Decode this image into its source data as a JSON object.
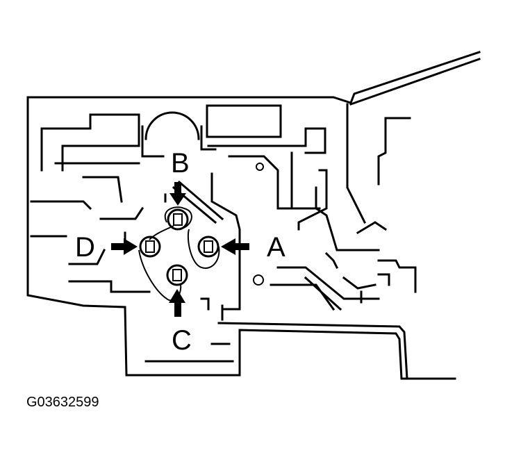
{
  "labels": {
    "a": "A",
    "b": "B",
    "c": "C",
    "d": "D"
  },
  "figure_id": "G03632599",
  "colors": {
    "ink": "#000000",
    "paper": "#ffffff"
  }
}
